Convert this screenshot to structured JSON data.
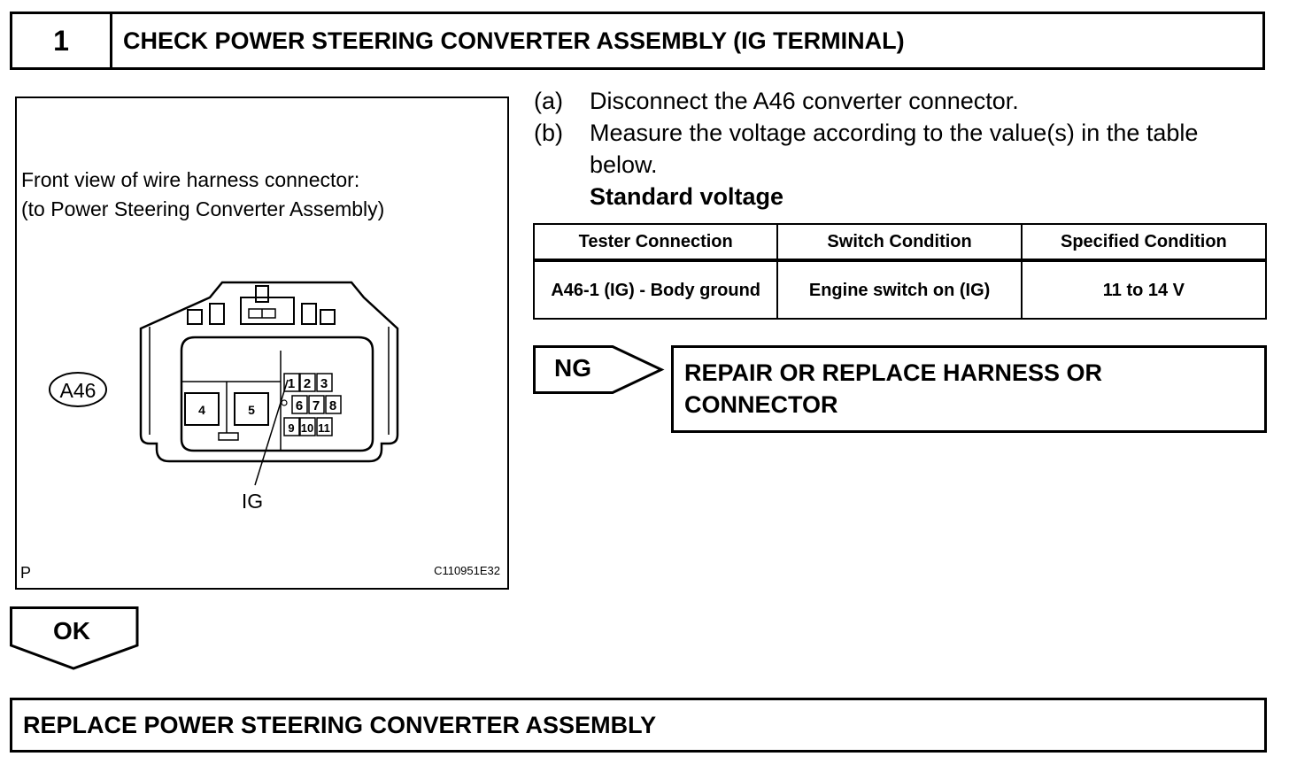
{
  "header": {
    "step_number": "1",
    "title": "CHECK POWER STEERING CONVERTER ASSEMBLY (IG TERMINAL)"
  },
  "figure": {
    "caption_line1": "Front view of wire harness connector:",
    "caption_line2": "(to Power Steering Converter Assembly)",
    "connector_label": "A46",
    "terminals": [
      "1",
      "2",
      "3",
      "4",
      "5",
      "6",
      "7",
      "8",
      "9",
      "10",
      "11"
    ],
    "pointer_label": "IG",
    "corner_mark": "P",
    "illustration_id": "C110951E32"
  },
  "instructions": [
    {
      "label": "(a)",
      "text": "Disconnect the A46 converter connector."
    },
    {
      "label": "(b)",
      "text": "Measure the voltage according to the value(s) in the table below."
    }
  ],
  "standard_title": "Standard voltage",
  "table": {
    "headers": [
      "Tester Connection",
      "Switch Condition",
      "Specified Condition"
    ],
    "rows": [
      [
        "A46-1 (IG) - Body ground",
        "Engine switch on (IG)",
        "11 to 14 V"
      ]
    ]
  },
  "ng": {
    "label": "NG",
    "action": "REPAIR OR REPLACE HARNESS OR CONNECTOR"
  },
  "ok": {
    "label": "OK",
    "action": "REPLACE POWER STEERING CONVERTER ASSEMBLY"
  }
}
